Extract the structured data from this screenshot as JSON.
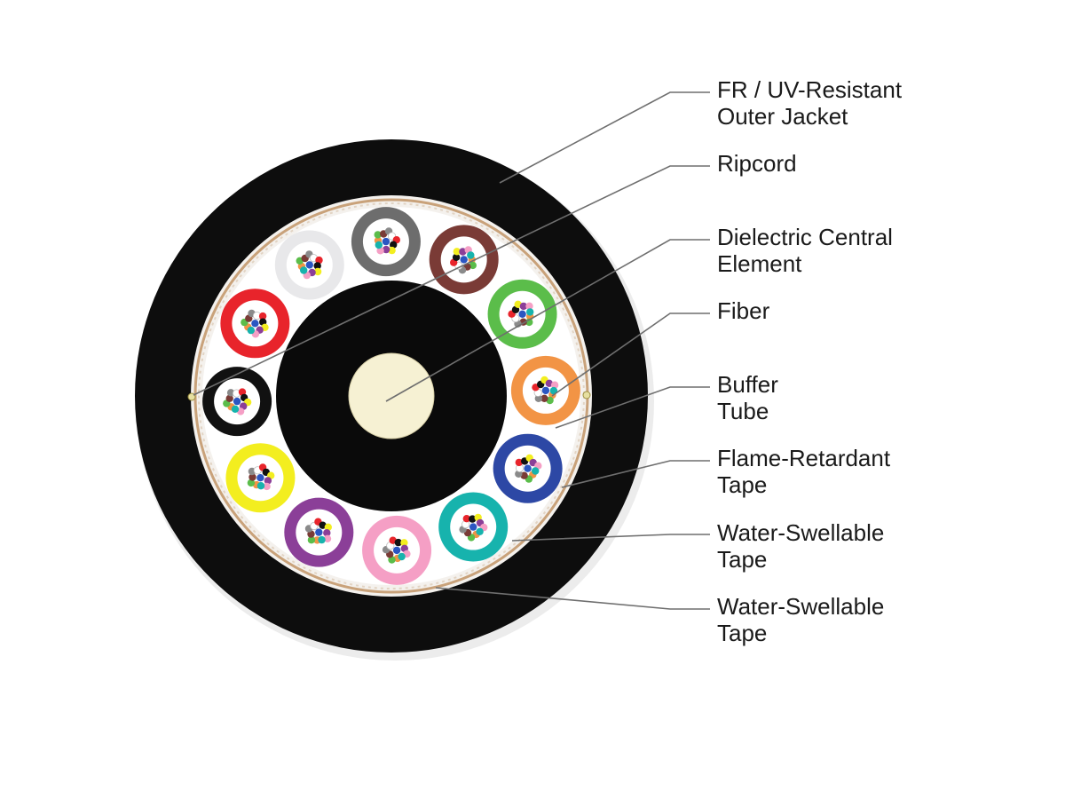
{
  "colors": {
    "jacket": "#0d0d0d",
    "tape": "#ffffff",
    "tape_stripe": "#c9a27a",
    "central_black": "#0a0a0a",
    "central_core": "#f6f1d3",
    "leader": "#6e6e6e",
    "text": "#1a1a1a"
  },
  "buffer_tubes": [
    {
      "color": "#7a3b36",
      "name": "brown"
    },
    {
      "color": "#5bbd4a",
      "name": "green"
    },
    {
      "color": "#f29445",
      "name": "orange"
    },
    {
      "color": "#2d48a5",
      "name": "blue"
    },
    {
      "color": "#17b3ad",
      "name": "aqua"
    },
    {
      "color": "#f59fc5",
      "name": "rose"
    },
    {
      "color": "#8b3f98",
      "name": "violet"
    },
    {
      "color": "#f3ee1f",
      "name": "yellow"
    },
    {
      "color": "#111111",
      "name": "black"
    },
    {
      "color": "#e8242b",
      "name": "red"
    },
    {
      "color": "#e8e8ea",
      "name": "white"
    },
    {
      "color": "#6d6d6d",
      "name": "slate"
    }
  ],
  "fiber_colors": [
    "#2b56c2",
    "#f29445",
    "#5bbd4a",
    "#7a3b36",
    "#8a8a8a",
    "#ffffff",
    "#e8242b",
    "#111111",
    "#f3ee1f",
    "#8b3f98",
    "#f59fc5",
    "#17b3ad"
  ],
  "callouts": [
    {
      "lines": [
        "FR / UV-Resistant",
        "Outer Jacket"
      ]
    },
    {
      "lines": [
        "Ripcord"
      ]
    },
    {
      "lines": [
        "Dielectric Central",
        "Element"
      ]
    },
    {
      "lines": [
        "Fiber"
      ]
    },
    {
      "lines": [
        "Buffer",
        "Tube"
      ]
    },
    {
      "lines": [
        "Flame-Retardant",
        "Tape"
      ]
    },
    {
      "lines": [
        "Water-Swellable",
        "Tape"
      ]
    },
    {
      "lines": [
        "Water-Swellable",
        "Tape"
      ]
    }
  ]
}
